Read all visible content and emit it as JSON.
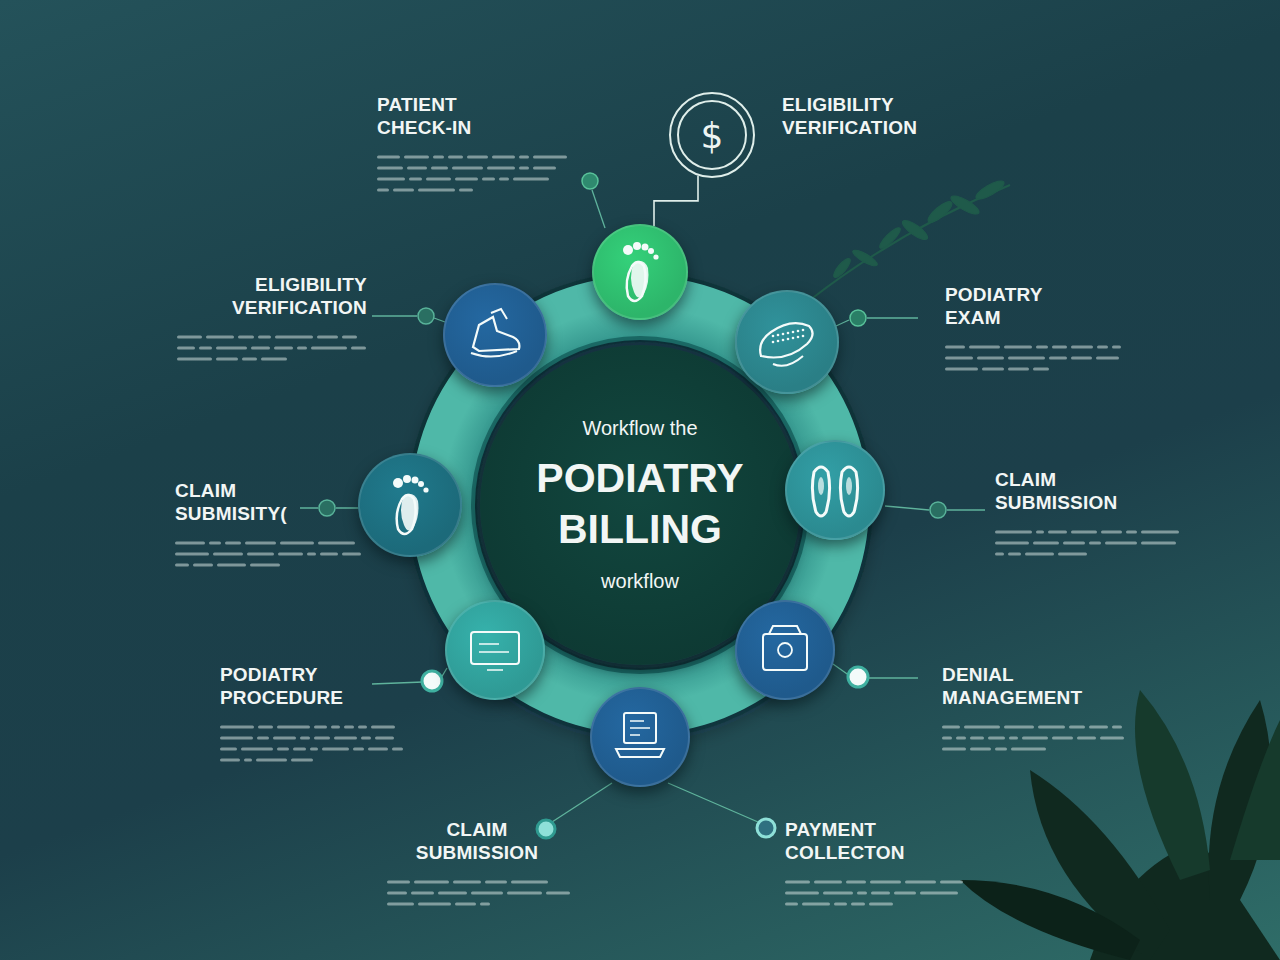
{
  "diagram": {
    "nodes": [
      {
        "text": [
          "PATIENT CHECK-IN"
        ]
      },
      {
        "text": [
          "$",
          "ELIGIBILITY VERIFICATION"
        ]
      },
      {
        "text": [
          "ELIGIBILITY VERIFICATION"
        ]
      },
      {
        "text": [
          "PODIATRY EXAM"
        ]
      },
      {
        "text": [
          "Workflow the",
          "PODIATRY BILLING",
          "workflow"
        ]
      },
      {
        "text": [
          "CLAIM SUBMISITY("
        ]
      },
      {
        "text": [
          "CLAIM SUBMISSION"
        ]
      },
      {
        "text": [
          "PODIATRY PROCEDURE"
        ]
      },
      {
        "text": [
          "DENIAL MANAGEMENT"
        ]
      },
      {
        "text": [
          "CLAIM SUBMISSION",
          "PAYMENT COLLECTON"
        ]
      }
    ],
    "edges": [
      {
        "from": 1,
        "to": 0,
        "arrow": "none"
      }
    ]
  }
}
